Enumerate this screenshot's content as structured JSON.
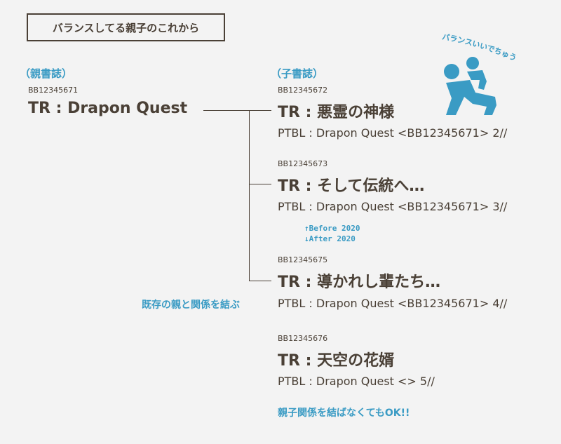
{
  "header": {
    "title": "バランスしてる親子のこれから"
  },
  "parent": {
    "section_label": "（親書誌）",
    "id": "BB12345671",
    "title": "TR : Drapon Quest"
  },
  "child_section_label": "（子書誌）",
  "children": [
    {
      "id": "BB12345672",
      "title": "TR : 悪霊の神様",
      "ptbl": "PTBL : Drapon Quest <BB12345671> 2//"
    },
    {
      "id": "BB12345673",
      "title": "TR : そして伝統へ…",
      "ptbl": "PTBL : Drapon Quest <BB12345671> 3//"
    },
    {
      "id": "BB12345675",
      "title": "TR : 導かれし輩たち…",
      "ptbl": "PTBL : Drapon Quest <BB12345671> 4//"
    },
    {
      "id": "BB12345676",
      "title": "TR : 天空の花婿",
      "ptbl": "PTBL : Drapon Quest <> 5//"
    }
  ],
  "divider": {
    "before": "↑Before 2020",
    "after": "↓After 2020"
  },
  "annotations": {
    "link_existing": "既存の親と関係を結ぶ",
    "no_link_ok": "親子関係を結ばなくてもOK!!",
    "balance_caption": "バランスいいでちゅう"
  },
  "icon": {
    "name": "parent-child-balance-icon",
    "color": "#3a9bc4"
  },
  "colors": {
    "text": "#4a4036",
    "accent": "#3a9bc4",
    "background": "#f3f3f3"
  }
}
